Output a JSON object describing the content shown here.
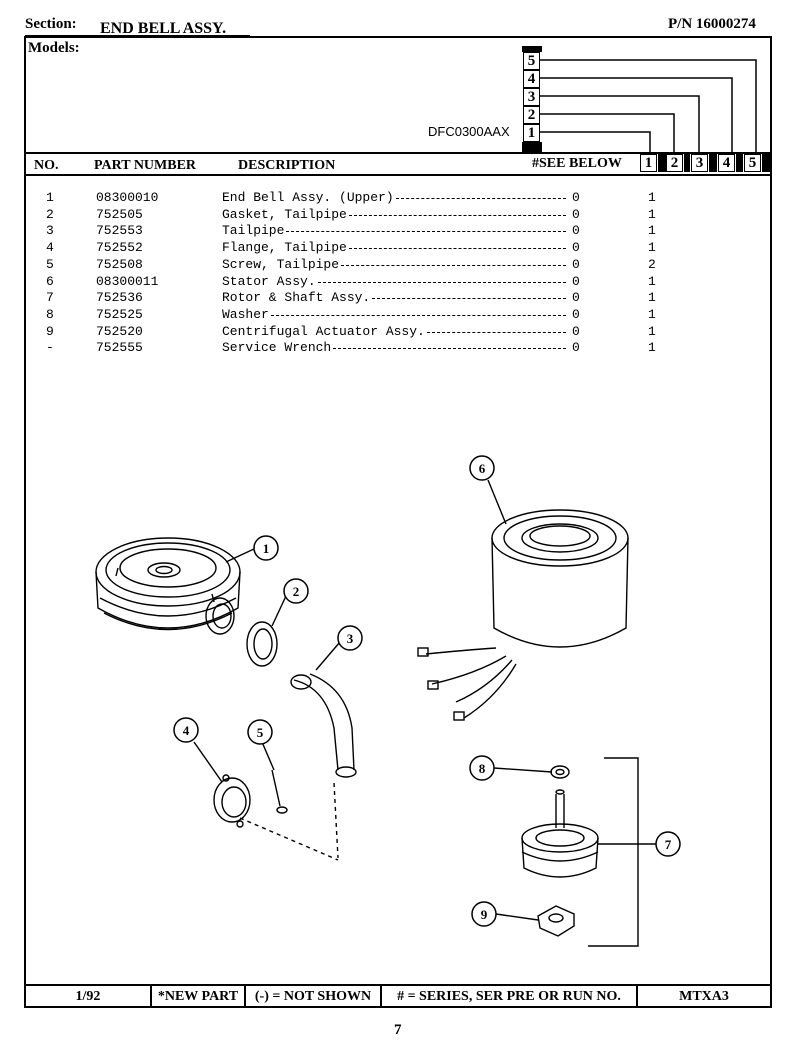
{
  "header": {
    "section_label": "Section:",
    "section_name": "END BELL ASSY.",
    "pn": "P/N 16000274",
    "models_label": "Models:"
  },
  "models": {
    "model_name": "DFC0300AAX",
    "series_numbers": [
      "5",
      "4",
      "3",
      "2",
      "1"
    ]
  },
  "columns": {
    "no": "NO.",
    "part_number": "PART NUMBER",
    "description": "DESCRIPTION",
    "see_below": "#SEE BELOW",
    "series": [
      "1",
      "2",
      "3",
      "4",
      "5"
    ]
  },
  "parts": [
    {
      "no": "1",
      "part": "08300010",
      "desc": "End Bell Assy. (Upper)",
      "see": "0",
      "qty": "1"
    },
    {
      "no": "2",
      "part": "752505",
      "desc": "Gasket, Tailpipe",
      "see": "0",
      "qty": "1"
    },
    {
      "no": "3",
      "part": "752553",
      "desc": "Tailpipe",
      "see": "0",
      "qty": "1"
    },
    {
      "no": "4",
      "part": "752552",
      "desc": "Flange, Tailpipe",
      "see": "0",
      "qty": "1"
    },
    {
      "no": "5",
      "part": "752508",
      "desc": "Screw, Tailpipe",
      "see": "0",
      "qty": "2"
    },
    {
      "no": "6",
      "part": "08300011",
      "desc": "Stator Assy.",
      "see": "0",
      "qty": "1"
    },
    {
      "no": "7",
      "part": "752536",
      "desc": "Rotor & Shaft Assy.",
      "see": "0",
      "qty": "1"
    },
    {
      "no": "8",
      "part": "752525",
      "desc": "Washer",
      "see": "0",
      "qty": "1"
    },
    {
      "no": "9",
      "part": "752520",
      "desc": "Centrifugal Actuator Assy.",
      "see": "0",
      "qty": "1"
    },
    {
      "no": "-",
      "part": "752555",
      "desc": "Service Wrench",
      "see": "0",
      "qty": "1"
    }
  ],
  "callouts": [
    "1",
    "2",
    "3",
    "4",
    "5",
    "6",
    "7",
    "8",
    "9"
  ],
  "footer": {
    "date": "1/92",
    "new_part": "*NEW PART",
    "not_shown": "(-) = NOT SHOWN",
    "series": "# = SERIES, SER PRE OR RUN NO.",
    "code": "MTXA3"
  },
  "page_number": "7"
}
